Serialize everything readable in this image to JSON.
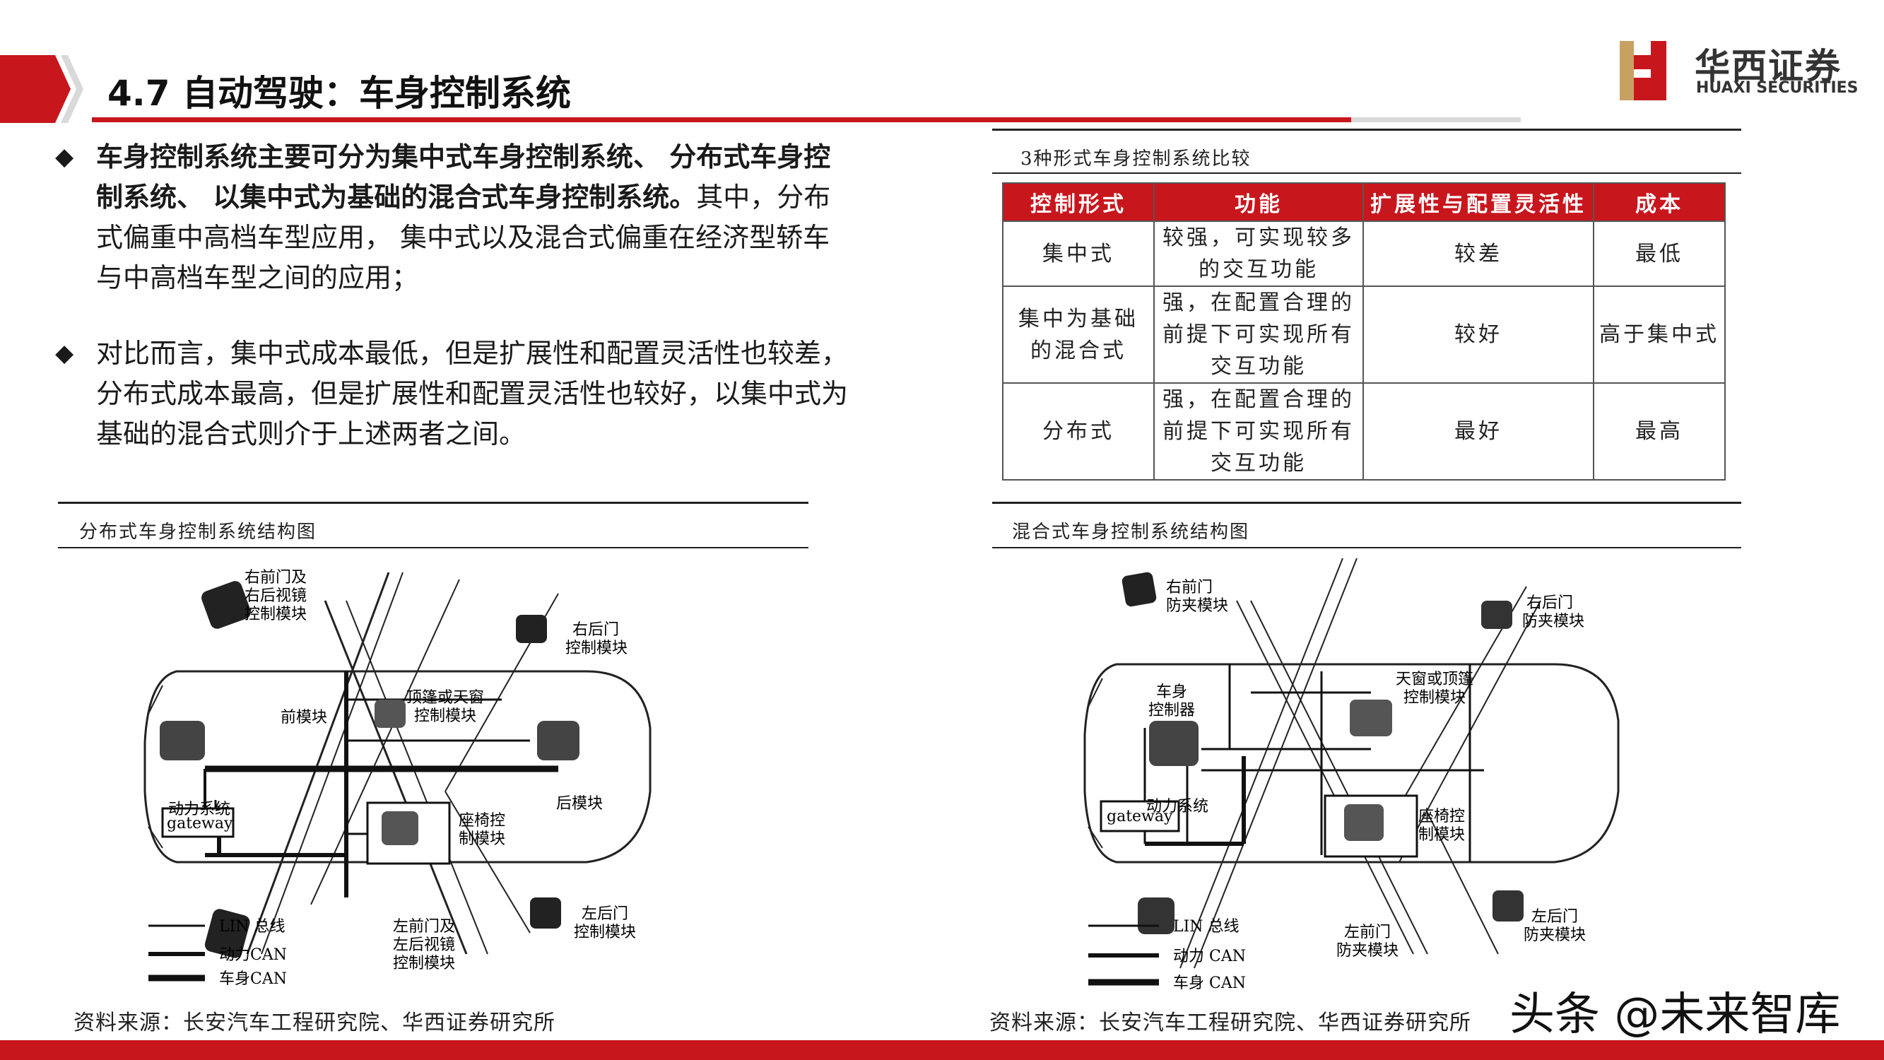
{
  "header": {
    "title": "4.7 自动驾驶：车身控制系统",
    "logo_cn": "华西证券",
    "logo_en": "HUAXI SECURITIES"
  },
  "bullets": [
    {
      "lines": [
        {
          "bold": "车身控制系统主要可分为集中式车身控制系统、 分布式车身控",
          "normal": ""
        },
        {
          "bold": "制系统、 以集中式为基础的混合式车身控制系统。",
          "normal": "其中，分布"
        },
        {
          "bold": "",
          "normal": "式偏重中高档车型应用， 集中式以及混合式偏重在经济型轿车"
        },
        {
          "bold": "",
          "normal": "与中高档车型之间的应用；"
        }
      ]
    },
    {
      "lines": [
        {
          "bold": "",
          "normal": "对比而言，集中式成本最低，但是扩展性和配置灵活性也较差，"
        },
        {
          "bold": "",
          "normal": "分布式成本最高，但是扩展性和配置灵活性也较好，以集中式为"
        },
        {
          "bold": "",
          "normal": "基础的混合式则介于上述两者之间。"
        }
      ]
    }
  ],
  "table": {
    "caption": "3种形式车身控制系统比较",
    "headers": [
      "控制形式",
      "功能",
      "扩展性与配置灵活性",
      "成本"
    ],
    "rows": [
      {
        "form": [
          "集中式"
        ],
        "function": [
          "较强，可实现较多",
          "的交互功能"
        ],
        "flex": "较差",
        "cost": "最低"
      },
      {
        "form": [
          "集中为基础",
          "的混合式"
        ],
        "function": [
          "强，在配置合理的",
          "前提下可实现所有",
          "交互功能"
        ],
        "flex": "较好",
        "cost": "高于集中式"
      },
      {
        "form": [
          "分布式"
        ],
        "function": [
          "强，在配置合理的",
          "前提下可实现所有",
          "交互功能"
        ],
        "flex": "最好",
        "cost": "最高"
      }
    ]
  },
  "fig_left": {
    "caption": "分布式车身控制系统结构图",
    "labels": {
      "front_right_1": "右前门及",
      "front_right_2": "右后视镜",
      "front_right_3": "控制模块",
      "rear_right_1": "右后门",
      "rear_right_2": "控制模块",
      "front_module": "前模块",
      "roof_1": "顶篷或天窗",
      "roof_2": "控制模块",
      "rear_module": "后模块",
      "power": "动力系统",
      "gateway": "gateway",
      "seat_1": "座椅控",
      "seat_2": "制模块",
      "front_left_1": "左前门及",
      "front_left_2": "左后视镜",
      "front_left_3": "控制模块",
      "rear_left_1": "左后门",
      "rear_left_2": "控制模块",
      "legend_lin": "LIN 总线",
      "legend_power_can": "动力CAN",
      "legend_body_can": "车身CAN"
    },
    "source": "资料来源：长安汽车工程研究院、华西证券研究所"
  },
  "fig_right": {
    "caption": "混合式车身控制系统结构图",
    "labels": {
      "front_right_1": "右前门",
      "front_right_2": "防夹模块",
      "rear_right_1": "右后门",
      "rear_right_2": "防夹模块",
      "bcm_1": "车身",
      "bcm_2": "控制器",
      "roof_1": "天窗或顶篷",
      "roof_2": "控制模块",
      "power": "动力系统",
      "gateway": "gateway",
      "seat_1": "座椅控",
      "seat_2": "制模块",
      "front_left_1": "左前门",
      "front_left_2": "防夹模块",
      "rear_left_1": "左后门",
      "rear_left_2": "防夹模块",
      "legend_lin": "LIN 总线",
      "legend_power_can": "动力 CAN",
      "legend_body_can": "车身 CAN"
    },
    "source": "资料来源：长安汽车工程研究院、华西证券研究所"
  },
  "watermark": "头条 @未来智库"
}
